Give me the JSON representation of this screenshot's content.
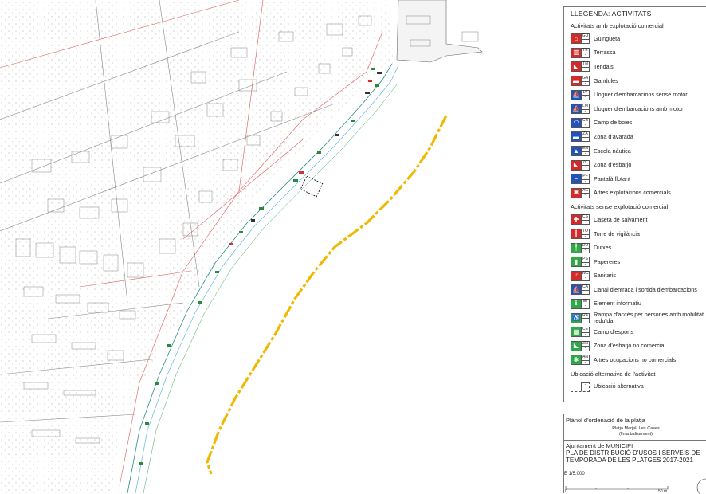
{
  "legend": {
    "title": "LLEGENDA: ACTIVITATS",
    "section_commercial": "Activitats amb explotació comercial",
    "commercial": [
      {
        "code": "GU",
        "label": "Guingueta",
        "color": "#d42a2a"
      },
      {
        "code": "TE",
        "label": "Terrassa",
        "color": "#d42a2a"
      },
      {
        "code": "TN",
        "label": "Tendals",
        "color": "#d42a2a"
      },
      {
        "code": "GA",
        "label": "Gandules",
        "color": "#d42a2a"
      },
      {
        "code": "LV",
        "label": "Lloguer d'embarcacions sense motor",
        "color": "#2452b8"
      },
      {
        "code": "LM",
        "label": "Lloguer d'embarcacions amb motor",
        "color": "#2452b8"
      },
      {
        "code": "CB",
        "label": "Camp de boies",
        "color": "#2452b8"
      },
      {
        "code": "ZA",
        "label": "Zona d'avarada",
        "color": "#2452b8"
      },
      {
        "code": "EN",
        "label": "Escola nàutica",
        "color": "#2452b8"
      },
      {
        "code": "ZC",
        "label": "Zona d'esbarjo",
        "color": "#d42a2a"
      },
      {
        "code": "PF",
        "label": "Pantalà flotant",
        "color": "#2452b8"
      },
      {
        "code": "AC",
        "label": "Altres explotacions comercials",
        "color": "#d42a2a"
      }
    ],
    "section_noncommercial": "Activitats sense explotació comercial",
    "noncommercial": [
      {
        "code": "CS",
        "label": "Caseta de salvament",
        "color": "#d42a2a"
      },
      {
        "code": "TO",
        "label": "Torre de vigilància",
        "color": "#d42a2a"
      },
      {
        "code": "DU",
        "label": "Dutxes",
        "color": "#2fa84a"
      },
      {
        "code": "PS",
        "label": "Papereres",
        "color": "#2fa84a"
      },
      {
        "code": "WC",
        "label": "Sanitaris",
        "color": "#d42a2a"
      },
      {
        "code": "CA",
        "label": "Canal d'entrada i sortida d'embarcacions",
        "color": "#2452b8"
      },
      {
        "code": "EI",
        "label": "Element informatiu",
        "color": "#2fa84a"
      },
      {
        "code": "RA",
        "label": "Rampa d'accés per persones amb mobilitat reduïda",
        "color": "#2fa84a"
      },
      {
        "code": "CE",
        "label": "Camp d'esports",
        "color": "#2fa84a"
      },
      {
        "code": "ZN",
        "label": "Zona d'esbarjo no comercial",
        "color": "#2fa84a"
      },
      {
        "code": "AN",
        "label": "Altres ocupacions no comercials",
        "color": "#2fa84a"
      }
    ],
    "section_alt": "Ubicació alternativa de l'activitat",
    "alternative": {
      "code": "",
      "label": "Ubicació alternativa"
    }
  },
  "info": {
    "plan_title": "Plànol d'ordenació de la platja",
    "beach_name": "Platja Marjal- Les Cases",
    "beach_subtitle": "(línia balisament)",
    "council": "Ajuntament de MUNICIPI",
    "doc_title": "PLA DE DISTRIBUCIÓ D'USOS I SERVEIS DE TEMPORADA DE LES PLATGES 2017-2021",
    "scale_label": "E 1/5.000",
    "scale_start": "0",
    "scale_end": "50 m"
  }
}
